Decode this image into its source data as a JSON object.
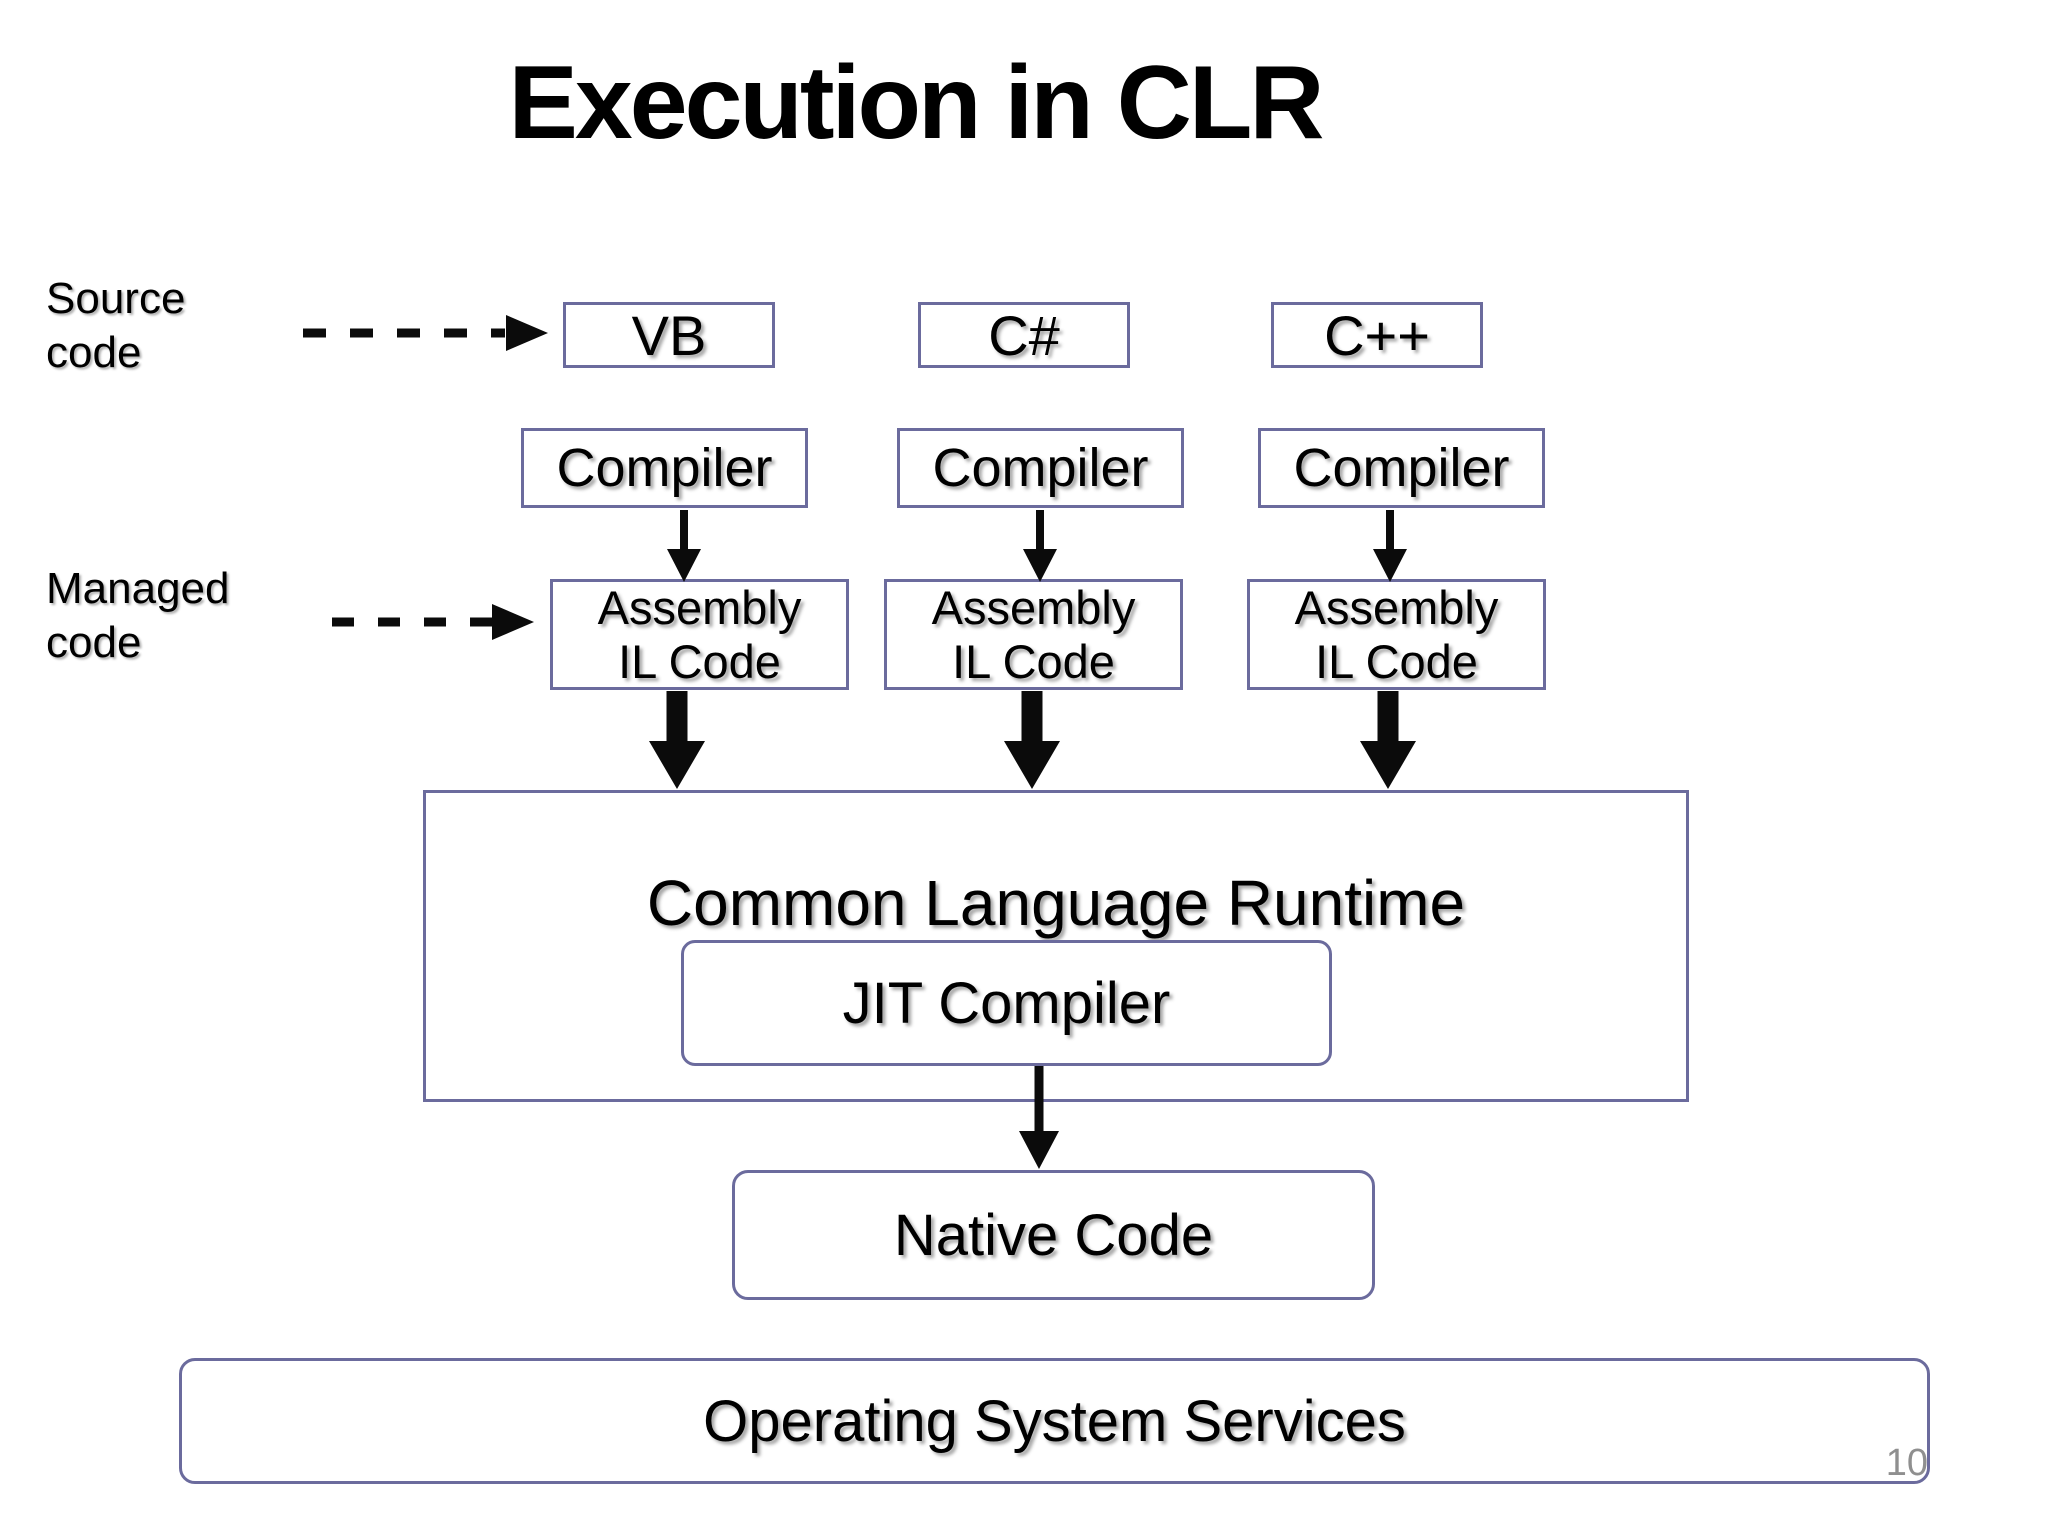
{
  "slide": {
    "title": "Execution in CLR",
    "page_number": "10"
  },
  "side_labels": {
    "source": {
      "line1": "Source",
      "line2": "code"
    },
    "managed": {
      "line1": "Managed",
      "line2": "code"
    }
  },
  "languages": [
    {
      "label": "VB"
    },
    {
      "label": "C#"
    },
    {
      "label": "C++"
    }
  ],
  "compilers": [
    {
      "label": "Compiler"
    },
    {
      "label": "Compiler"
    },
    {
      "label": "Compiler"
    }
  ],
  "assemblies": [
    {
      "line1": "Assembly",
      "line2": "IL Code"
    },
    {
      "line1": "Assembly",
      "line2": "IL Code"
    },
    {
      "line1": "Assembly",
      "line2": "IL Code"
    }
  ],
  "clr": {
    "label": "Common Language Runtime",
    "jit_label": "JIT Compiler"
  },
  "native": {
    "label": "Native Code"
  },
  "os": {
    "label": "Operating System Services"
  },
  "colors": {
    "box_border": "#6b6b9d",
    "arrow": "#0b0b0b",
    "page_number": "#8f8f8f",
    "background": "#ffffff",
    "text": "#000000"
  }
}
